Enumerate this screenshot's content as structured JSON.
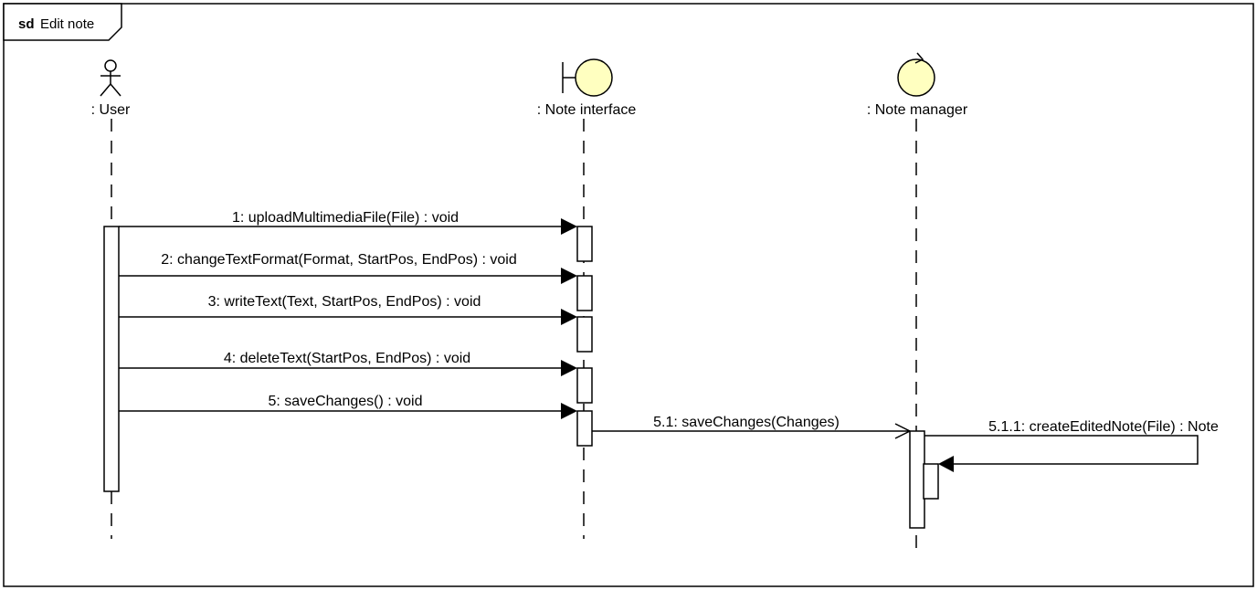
{
  "frame": {
    "keyword": "sd",
    "name": "Edit note"
  },
  "lifelines": [
    {
      "id": "user",
      "label": ": User",
      "kind": "actor"
    },
    {
      "id": "ui",
      "label": ": Note interface",
      "kind": "boundary"
    },
    {
      "id": "mgr",
      "label": ": Note manager",
      "kind": "control"
    }
  ],
  "messages": [
    {
      "label": "1: uploadMultimediaFile(File) : void",
      "from": "user",
      "to": "ui",
      "type": "sync"
    },
    {
      "label": "2: changeTextFormat(Format, StartPos, EndPos) : void",
      "from": "user",
      "to": "ui",
      "type": "sync"
    },
    {
      "label": "3: writeText(Text, StartPos, EndPos) : void",
      "from": "user",
      "to": "ui",
      "type": "sync"
    },
    {
      "label": "4: deleteText(StartPos, EndPos) : void",
      "from": "user",
      "to": "ui",
      "type": "sync"
    },
    {
      "label": "5: saveChanges() : void",
      "from": "user",
      "to": "ui",
      "type": "sync"
    },
    {
      "label": "5.1: saveChanges(Changes)",
      "from": "ui",
      "to": "mgr",
      "type": "async"
    },
    {
      "label": "5.1.1: createEditedNote(File) : Note",
      "from": "mgr",
      "to": "mgr",
      "type": "self"
    }
  ],
  "colors": {
    "line": "#000000",
    "head_fill": "#ffffc0",
    "activation_fill": "#ffffff",
    "background": "#ffffff"
  }
}
